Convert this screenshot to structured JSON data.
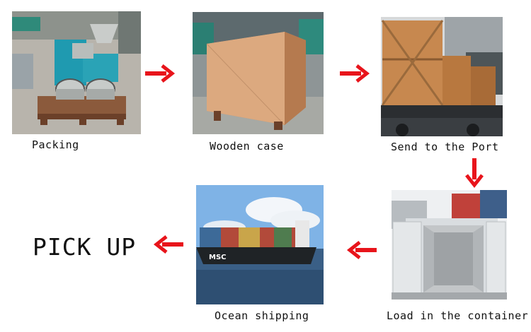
{
  "steps": [
    {
      "caption": "Packing"
    },
    {
      "caption": "Wooden case"
    },
    {
      "caption": "Send to the Port"
    },
    {
      "caption": "Load in the container"
    },
    {
      "caption": "Ocean shipping"
    }
  ],
  "final_step": "PICK UP",
  "ship_label": "MSC",
  "colors": {
    "arrow": "#e8141b",
    "wood": "#d9a47a",
    "sea": "#3a5f86",
    "sky": "#7fb3e6"
  }
}
